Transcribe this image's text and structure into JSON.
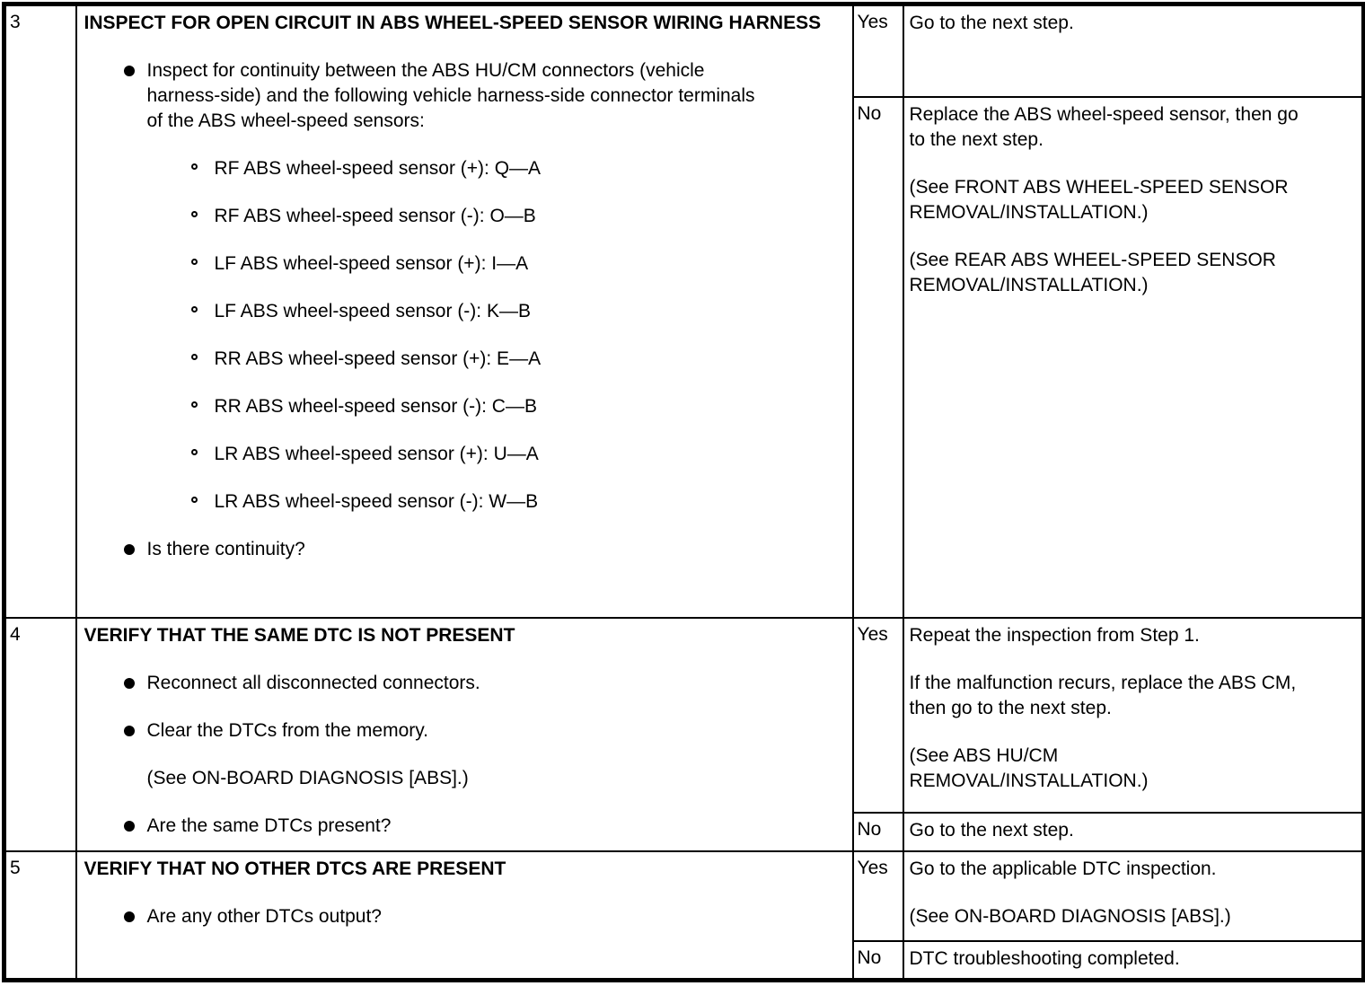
{
  "colors": {
    "background": "#ffffff",
    "text": "#000000",
    "border": "#000000"
  },
  "table": {
    "rows": [
      {
        "step": "3",
        "heading": "INSPECT FOR OPEN CIRCUIT IN ABS WHEEL-SPEED SENSOR WIRING HARNESS",
        "intro_bullet": "Inspect for continuity between the ABS HU/CM connectors (vehicle harness-side) and the following vehicle harness-side connector terminals of the ABS wheel-speed sensors:",
        "terminals": [
          "RF ABS wheel-speed sensor (+): Q—A",
          "RF ABS wheel-speed sensor (-): O—B",
          "LF ABS wheel-speed sensor (+): I—A",
          "LF ABS wheel-speed sensor (-): K—B",
          "RR ABS wheel-speed sensor (+): E—A",
          "RR ABS wheel-speed sensor (-): C—B",
          "LR ABS wheel-speed sensor (+): U—A",
          "LR ABS wheel-speed sensor (-): W—B"
        ],
        "question": "Is there continuity?",
        "yes_label": "Yes",
        "yes_actions": [
          "Go to the next step."
        ],
        "no_label": "No",
        "no_actions": [
          "Replace the ABS wheel-speed sensor, then go to the next step.",
          "(See FRONT ABS WHEEL-SPEED SENSOR REMOVAL/INSTALLATION.)",
          "(See REAR ABS WHEEL-SPEED SENSOR REMOVAL/INSTALLATION.)"
        ]
      },
      {
        "step": "4",
        "heading": "VERIFY THAT THE SAME DTC IS NOT PRESENT",
        "bullets": [
          "Reconnect all disconnected connectors.",
          "Clear the DTCs from the memory."
        ],
        "note": "(See ON-BOARD DIAGNOSIS [ABS].)",
        "question": "Are the same DTCs present?",
        "yes_label": "Yes",
        "yes_actions": [
          "Repeat the inspection from Step 1.",
          "If the malfunction recurs, replace the ABS CM, then go to the next step.",
          "(See ABS HU/CM REMOVAL/INSTALLATION.)"
        ],
        "no_label": "No",
        "no_actions": [
          "Go to the next step."
        ]
      },
      {
        "step": "5",
        "heading": "VERIFY THAT NO OTHER DTCS ARE PRESENT",
        "question": "Are any other DTCs output?",
        "yes_label": "Yes",
        "yes_actions": [
          "Go to the applicable DTC inspection.",
          "(See ON-BOARD DIAGNOSIS [ABS].)"
        ],
        "no_label": "No",
        "no_actions": [
          "DTC troubleshooting completed."
        ]
      }
    ]
  }
}
